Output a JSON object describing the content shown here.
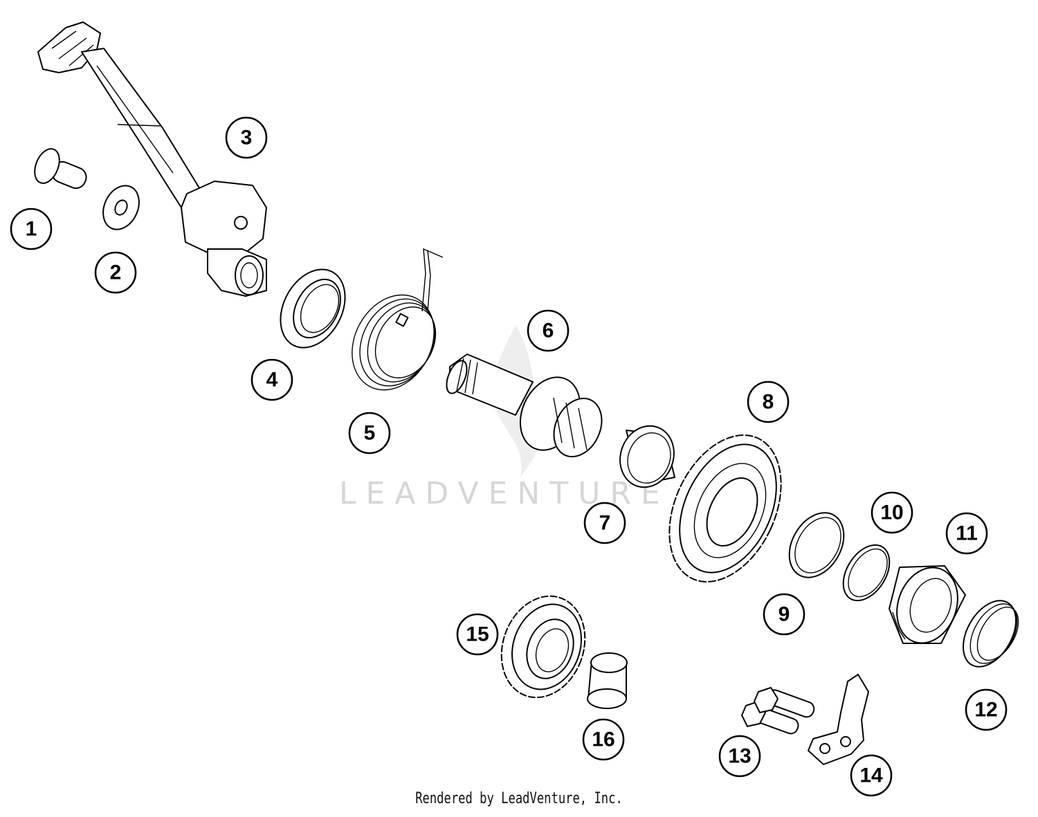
{
  "watermark": {
    "text": "LEADVENTURE"
  },
  "callouts": [
    "1",
    "2",
    "3",
    "4",
    "5",
    "6",
    "7",
    "8",
    "9",
    "10",
    "11",
    "12",
    "13",
    "14",
    "15",
    "16"
  ],
  "footer": {
    "text": "Rendered by LeadVenture, Inc."
  }
}
